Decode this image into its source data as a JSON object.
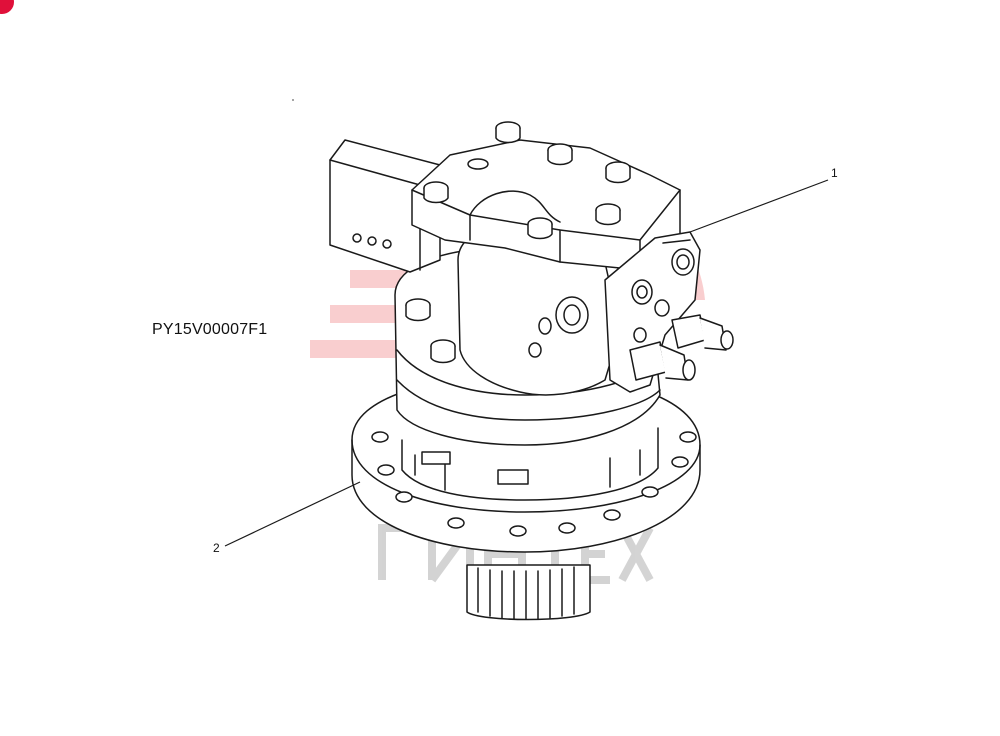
{
  "diagram": {
    "part_code": "PY15V00007F1",
    "callouts": [
      {
        "number": "1"
      },
      {
        "number": "2"
      }
    ],
    "watermark_text": "ИНТЕХ",
    "colors": {
      "line": "#1a1a1a",
      "watermark": "#e8252b",
      "corner_mark": "#e0103a"
    }
  }
}
